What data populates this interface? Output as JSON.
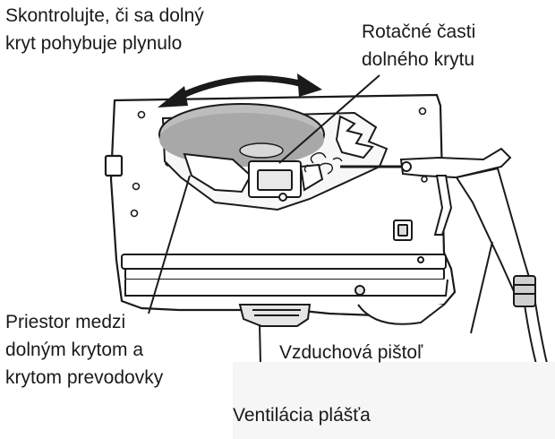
{
  "labels": {
    "check_guard": {
      "line1": "Skontrolujte, či sa dolný",
      "line2": "kryt pohybuje plynulo"
    },
    "rotating_parts": {
      "line1": "Rotačné časti",
      "line2": "dolného krytu"
    },
    "gap_space": {
      "line1": "Priestor medzi",
      "line2": "dolným krytom a",
      "line3": "krytom prevodovky"
    },
    "air_gun": "Vzduchová pištoľ",
    "housing_vent": "Ventilácia plášťa"
  }
}
